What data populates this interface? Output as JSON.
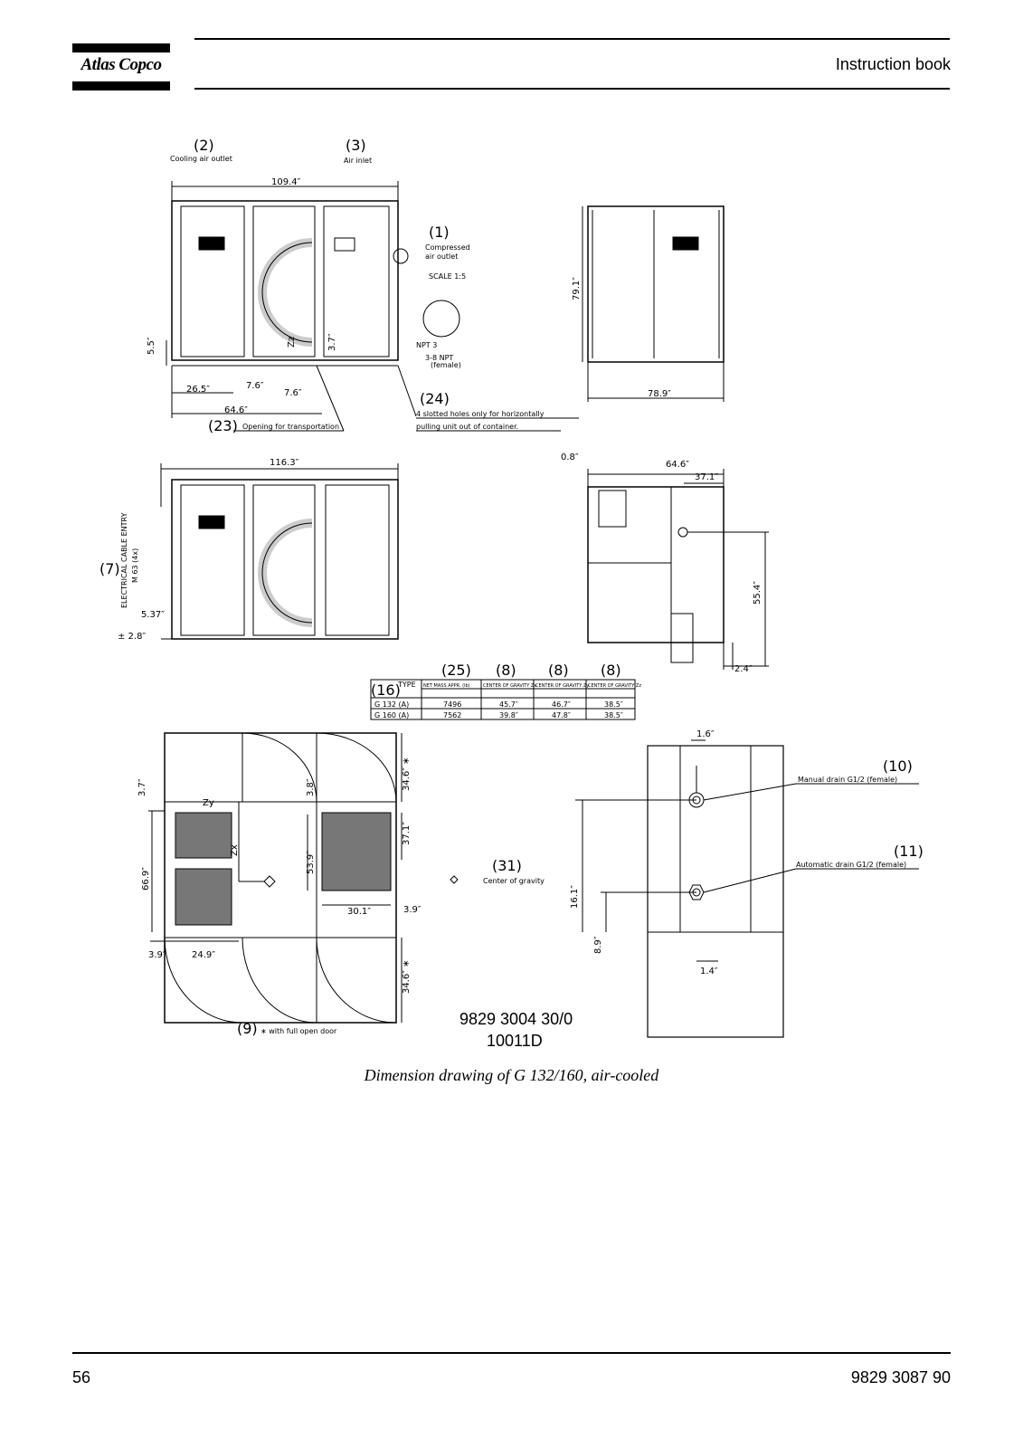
{
  "header": {
    "logo_text": "Atlas Copco",
    "title": "Instruction book"
  },
  "footer": {
    "page_number": "56",
    "doc_number": "9829 3087 90"
  },
  "caption": "Dimension drawing of G 132/160, air-cooled",
  "drawing": {
    "model_label": "G 132",
    "drawing_number": "9829 3004 30/0",
    "revision": "10011D",
    "callouts": {
      "c1": "(1)",
      "c2": "(2)",
      "c3": "(3)",
      "c7": "(7)",
      "c8": "(8)",
      "c9": "(9)",
      "c10": "(10)",
      "c11": "(11)",
      "c16": "(16)",
      "c23": "(23)",
      "c24": "(24)",
      "c25": "(25)",
      "c31": "(31)"
    },
    "notes": {
      "cooling_air_outlet": "Cooling air outlet",
      "air_inlet": "Air inlet",
      "compressed_air_outlet_1": "Compressed",
      "compressed_air_outlet_2": "air outlet",
      "scale": "SCALE 1:5",
      "npt3": "NPT 3",
      "npt38_1": "3-8 NPT",
      "npt38_2": "(female)",
      "slotted_holes_1": "4 slotted holes only for horizontally",
      "slotted_holes_2": "pulling unit out of container.",
      "opening_transport": "Opening for transportation",
      "cable_entry_1": "ELECTRICAL CABLE ENTRY",
      "cable_entry_2": "M 63 (4x)",
      "manual_drain": "Manual drain G1/2 (female)",
      "automatic_drain": "Automatic drain G1/2 (female)",
      "center_of_gravity": "Center of gravity",
      "full_open_door": "∗ with full open door"
    },
    "dimensions": {
      "d109_4": "109.4″",
      "d79_1": "79.1″",
      "d78_9": "78.9″",
      "d5_5": "5.5″",
      "d26_5": "26.5″",
      "d7_6a": "7.6″",
      "d7_6b": "7.6″",
      "d64_6": "64.6″",
      "d3_7": "3.7″",
      "zz": "Zz",
      "d116_3": "116.3″",
      "d5_37": "5.37″",
      "d2_8": "± 2.8″",
      "d0_8": "0.8″",
      "d64_6b": "64.6″",
      "d37_1": "37.1″",
      "d55_4": "55.4″",
      "d2_4": "2.4″",
      "d3_7b": "3.7″",
      "zy": "Zy",
      "zx": "Zx",
      "d66_9": "66.9″",
      "d3_8": "3.8″",
      "d34_6a": "34.6″ ∗",
      "d53_9": "53.9″",
      "d37_1b": "37.1″",
      "d30_1": "30.1″",
      "d3_9a": "3.9″",
      "d3_9b": "3.9″",
      "d24_9": "24.9″",
      "d34_6b": "34.6″ ∗",
      "d1_6": "1.6″",
      "d16_1": "16.1″",
      "d8_9": "8.9″",
      "d1_4": "1.4″"
    },
    "table": {
      "headers": [
        "TYPE",
        "NET MASS APPR. (lb)",
        "CENTER OF GRAVITY Zx",
        "CENTER OF GRAVITY Zy",
        "CENTER OF GRAVITY Zz"
      ],
      "rows": [
        [
          "G 132 (A)",
          "7496",
          "45.7″",
          "46.7″",
          "38.5″"
        ],
        [
          "G 160 (A)",
          "7562",
          "39.8″",
          "47.8″",
          "38.5″"
        ]
      ]
    }
  }
}
